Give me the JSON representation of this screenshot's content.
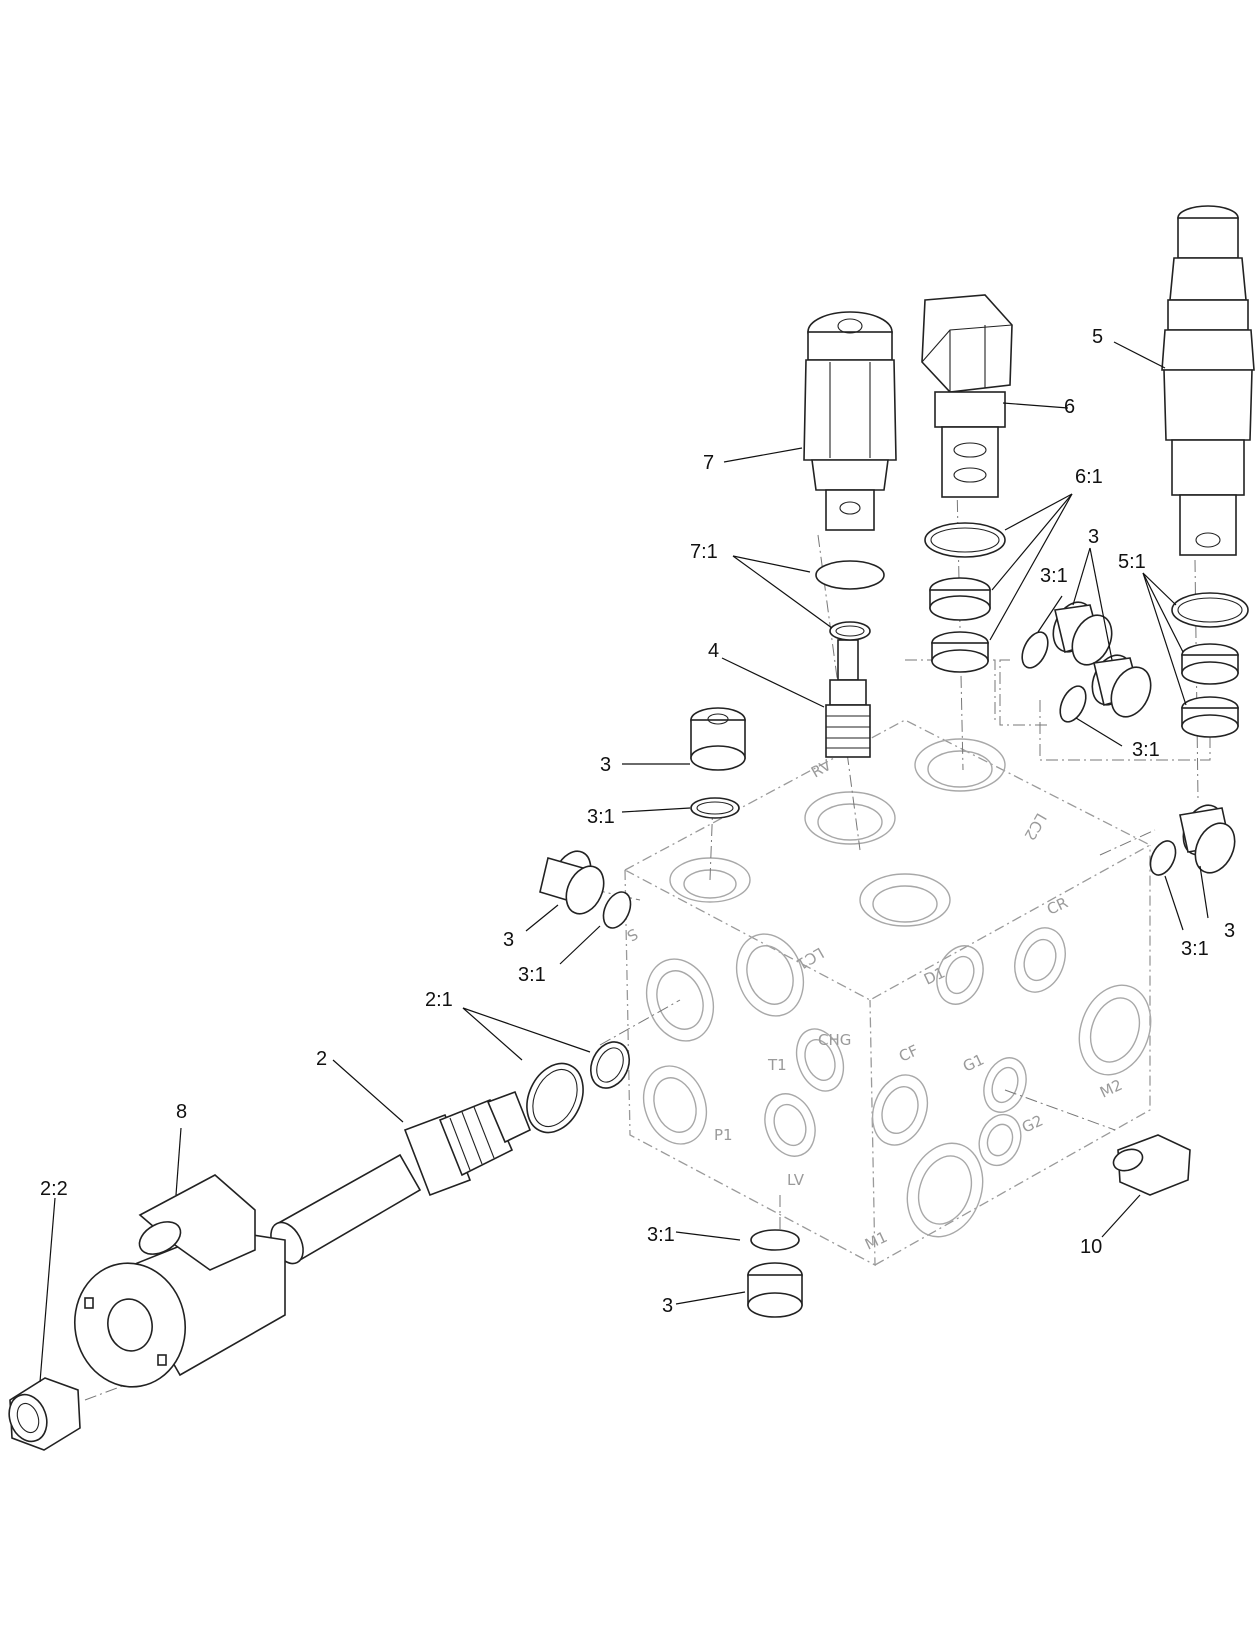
{
  "diagram": {
    "callouts": {
      "c2": "2",
      "c2_1": "2:1",
      "c2_2": "2:2",
      "c3_top": "3",
      "c3_1_top": "3:1",
      "c3_left": "3",
      "c3_1_left": "3:1",
      "c3_bottom": "3",
      "c3_1_bottom": "3:1",
      "c3_right": "3",
      "c3_1_right": "3:1",
      "c3_upper_right": "3",
      "c3_1_upper_right_a": "3:1",
      "c3_1_upper_right_b": "3:1",
      "c4": "4",
      "c5": "5",
      "c5_1": "5:1",
      "c6": "6",
      "c6_1": "6:1",
      "c7": "7",
      "c7_1": "7:1",
      "c8": "8",
      "c10": "10"
    },
    "ports": {
      "rv": "RV",
      "lc1": "LC1",
      "lc2": "LC2",
      "s": "S",
      "t1": "T1",
      "chg": "CHG",
      "p1": "P1",
      "lv": "LV",
      "cf": "CF",
      "g1": "G1",
      "g2": "G2",
      "d1": "D1",
      "cr": "CR",
      "m1": "M1",
      "m2": "M2"
    }
  }
}
